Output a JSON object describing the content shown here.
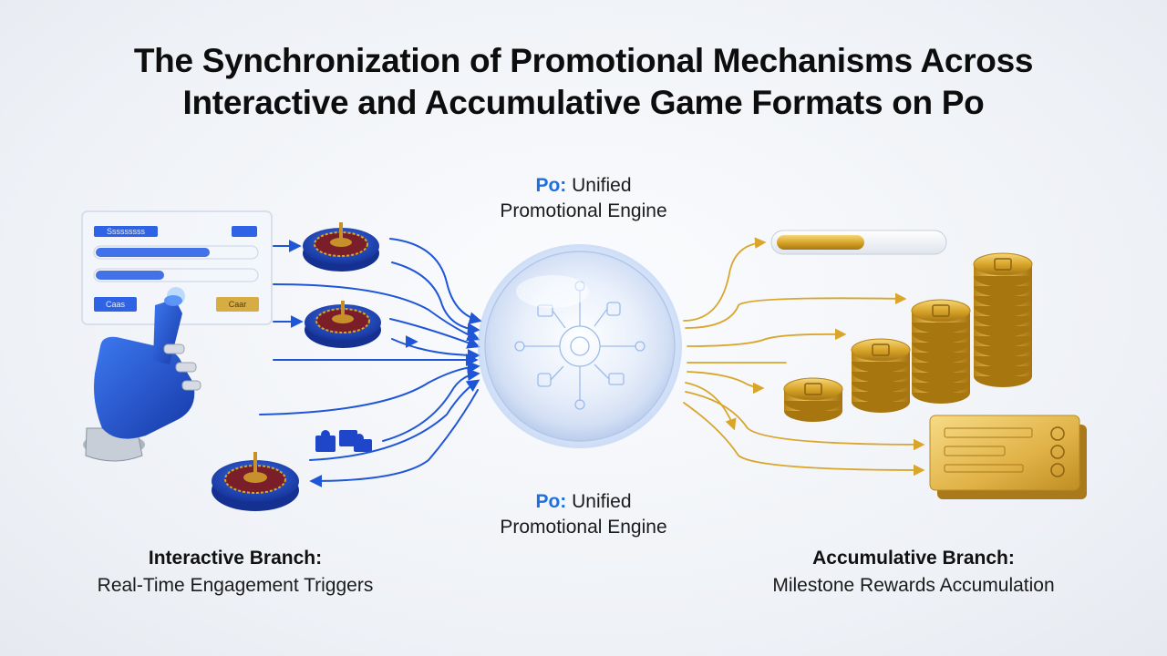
{
  "title": {
    "line1": "The Synchronization of Promotional Mechanisms Across",
    "line2": "Interactive and Accumulative Game Formats on Po"
  },
  "engine_top": {
    "brand": "Po:",
    "line1": "Unified",
    "line2": "Promotional Engine"
  },
  "engine_bottom": {
    "brand": "Po:",
    "line1": "Unified",
    "line2": "Promotional Engine"
  },
  "interactive_branch": {
    "head": "Interactive Branch:",
    "sub": "Real-Time Engagement Triggers"
  },
  "accumulative_branch": {
    "head": "Accumulative Branch:",
    "sub": "Milestone Rewards Accumulation"
  },
  "ui_panel": {
    "header_text": "Sssssssss",
    "button_left": "Caas",
    "button_right": "Caar"
  },
  "colors": {
    "interactive_blue": "#1f56d8",
    "reward_gold": "#d9a62a",
    "brand_blue": "#1f6fe0"
  }
}
